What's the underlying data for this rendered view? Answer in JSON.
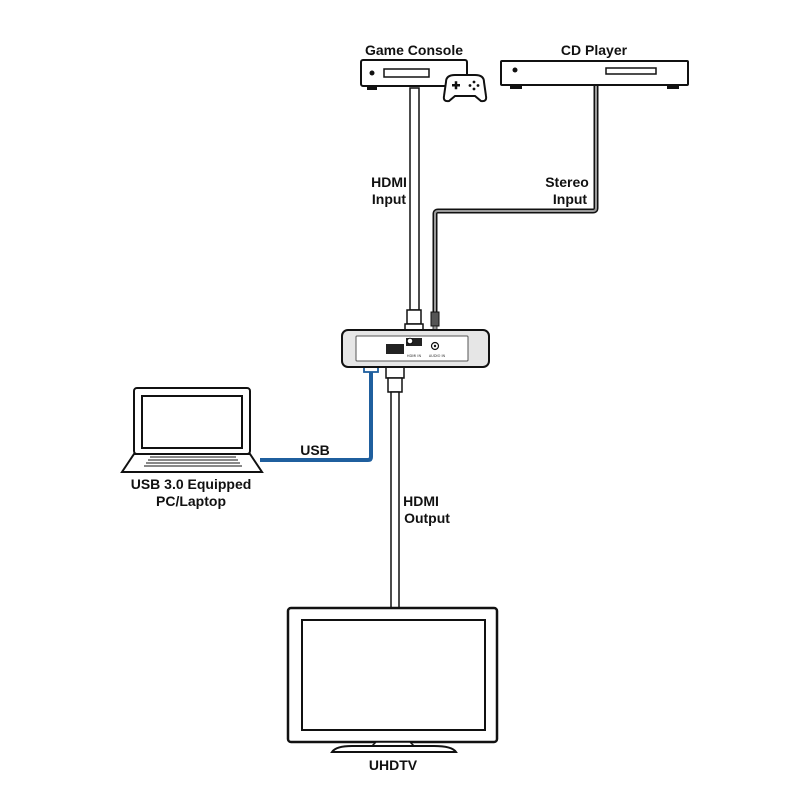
{
  "devices": {
    "game_console": "Game Console",
    "cd_player": "CD Player",
    "laptop_line1": "USB 3.0 Equipped",
    "laptop_line2": "PC/Laptop",
    "tv": "UHDTV"
  },
  "connections": {
    "hdmi_input_line1": "HDMI",
    "hdmi_input_line2": "Input",
    "stereo_input_line1": "Stereo",
    "stereo_input_line2": "Input",
    "usb": "USB",
    "hdmi_output_line1": "HDMI",
    "hdmi_output_line2": "Output"
  },
  "extender_ports": {
    "hdmi_in": "HDMI IN",
    "audio_in": "AUDIO IN"
  },
  "colors": {
    "line": "#111111",
    "usb_cable": "#1f5f9e",
    "device_fill": "#ffffff",
    "extender_fill": "#e6e6e6"
  }
}
